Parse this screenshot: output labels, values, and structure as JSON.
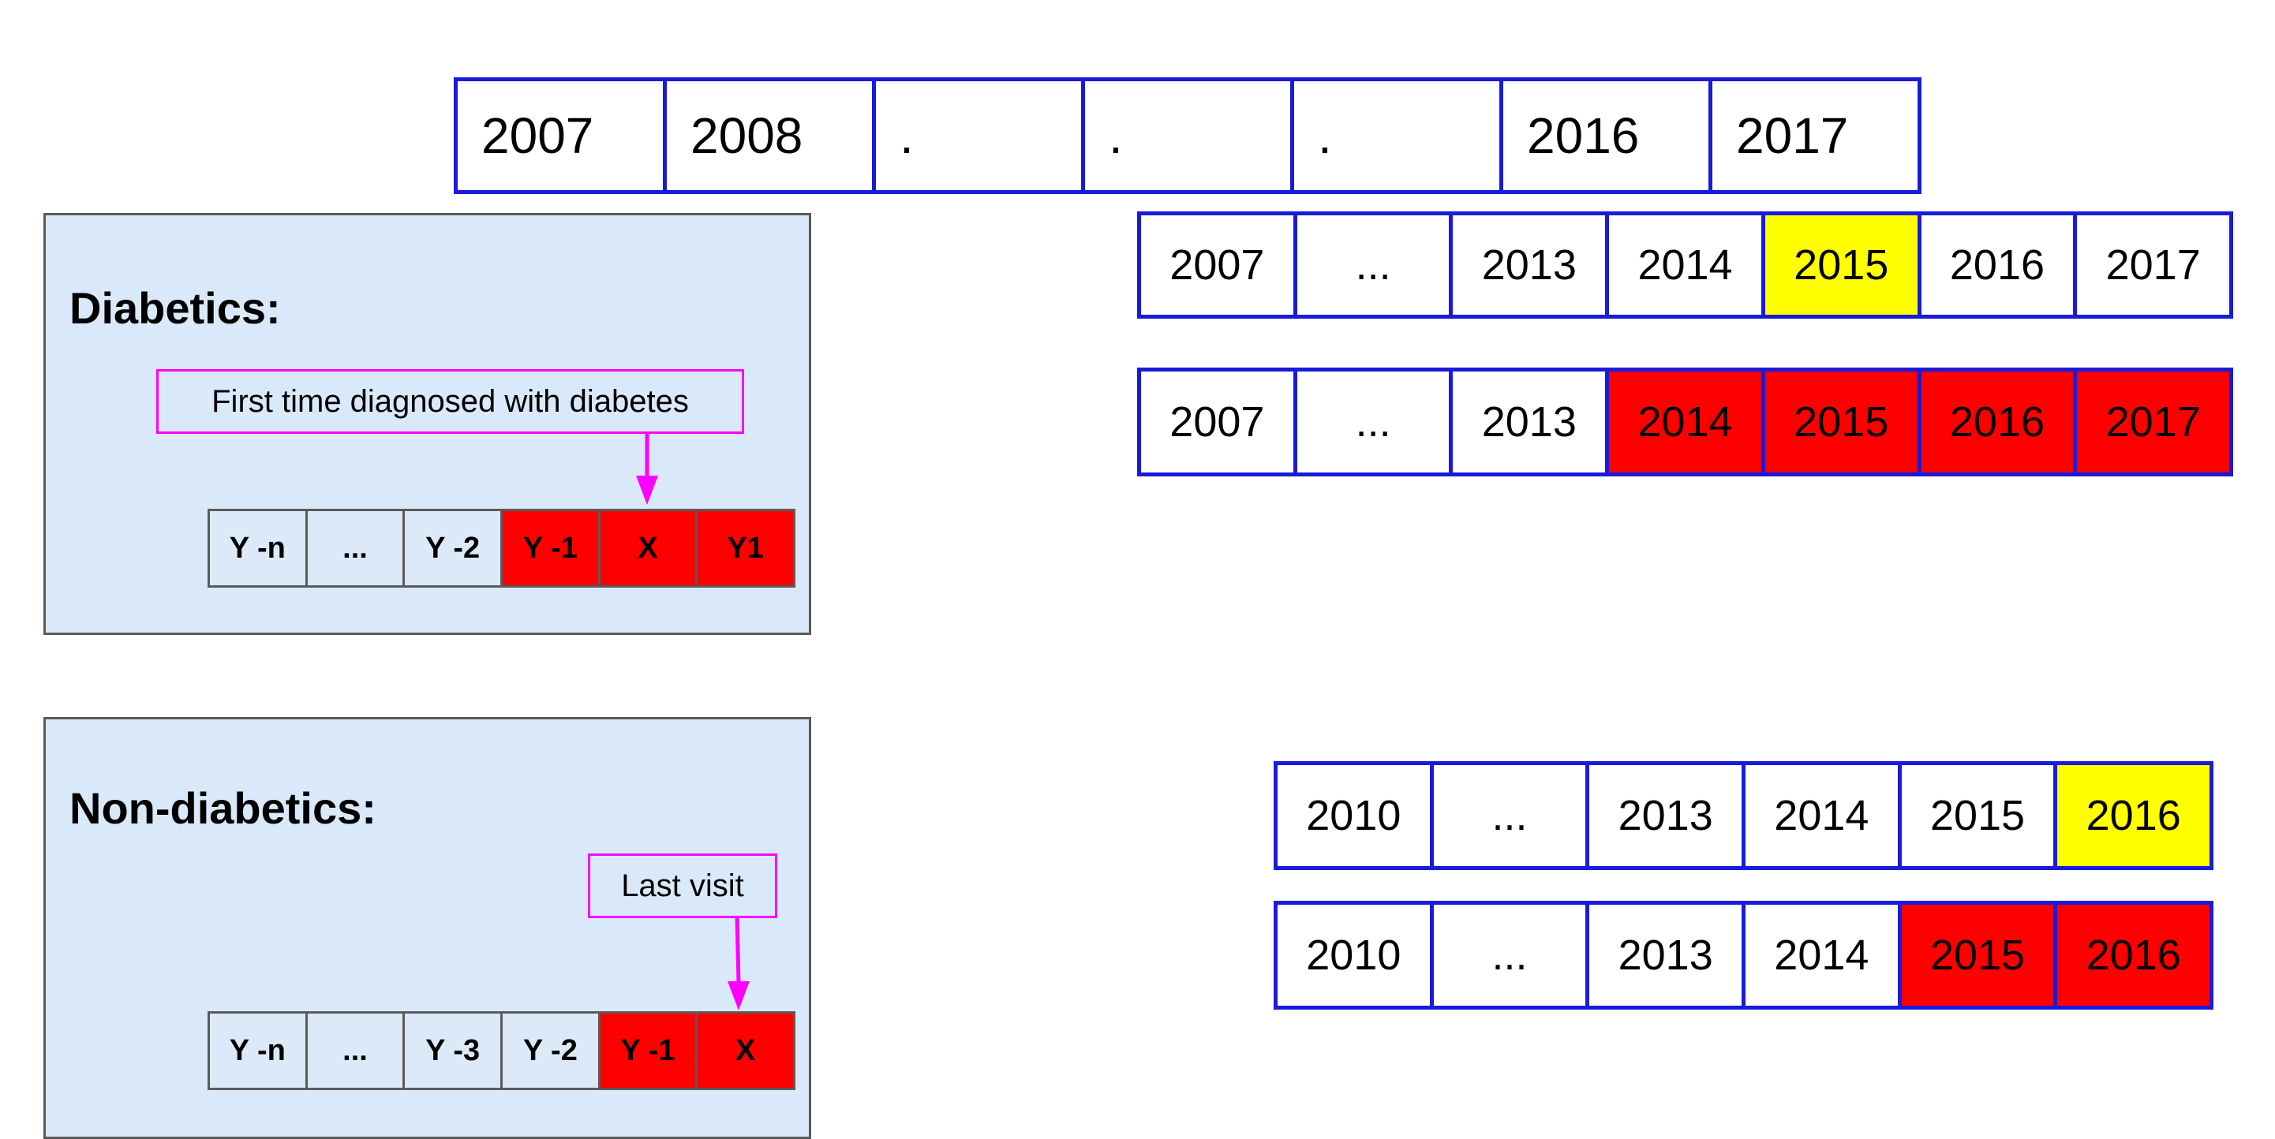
{
  "colors": {
    "timeline_border": "#1a1adb",
    "highlight_red": "#ff0000",
    "highlight_yellow": "#ffff00",
    "panel_fill": "#dae9f9",
    "callout_border": "#ff00ff",
    "arrow": "#ff00ff"
  },
  "top_timeline": {
    "cells": [
      {
        "text": "2007",
        "fill": "white"
      },
      {
        "text": "2008",
        "fill": "white"
      },
      {
        "text": ".",
        "fill": "white"
      },
      {
        "text": ".",
        "fill": "white"
      },
      {
        "text": ".",
        "fill": "white"
      },
      {
        "text": "2016",
        "fill": "white"
      },
      {
        "text": "2017",
        "fill": "white"
      }
    ]
  },
  "diabetics_panel": {
    "title": "Diabetics:",
    "callout": "First time diagnosed with diabetes",
    "cells": [
      {
        "text": "Y -n",
        "fill": "lightblue"
      },
      {
        "text": "...",
        "fill": "lightblue"
      },
      {
        "text": "Y -2",
        "fill": "lightblue"
      },
      {
        "text": "Y -1",
        "fill": "red"
      },
      {
        "text": "X",
        "fill": "red"
      },
      {
        "text": "Y1",
        "fill": "red"
      }
    ],
    "timelines": [
      {
        "cells": [
          {
            "text": "2007",
            "fill": "white"
          },
          {
            "text": "...",
            "fill": "white"
          },
          {
            "text": "2013",
            "fill": "white"
          },
          {
            "text": "2014",
            "fill": "white"
          },
          {
            "text": "2015",
            "fill": "yellow"
          },
          {
            "text": "2016",
            "fill": "white"
          },
          {
            "text": "2017",
            "fill": "white"
          }
        ]
      },
      {
        "cells": [
          {
            "text": "2007",
            "fill": "white"
          },
          {
            "text": "...",
            "fill": "white"
          },
          {
            "text": "2013",
            "fill": "white"
          },
          {
            "text": "2014",
            "fill": "red"
          },
          {
            "text": "2015",
            "fill": "red"
          },
          {
            "text": "2016",
            "fill": "red"
          },
          {
            "text": "2017",
            "fill": "red"
          }
        ]
      }
    ]
  },
  "nondiabetics_panel": {
    "title": "Non-diabetics:",
    "callout": "Last visit",
    "cells": [
      {
        "text": "Y -n",
        "fill": "lightblue"
      },
      {
        "text": "...",
        "fill": "lightblue"
      },
      {
        "text": "Y -3",
        "fill": "lightblue"
      },
      {
        "text": "Y -2",
        "fill": "lightblue"
      },
      {
        "text": "Y -1",
        "fill": "red"
      },
      {
        "text": "X",
        "fill": "red"
      }
    ],
    "timelines": [
      {
        "cells": [
          {
            "text": "2010",
            "fill": "white"
          },
          {
            "text": "...",
            "fill": "white"
          },
          {
            "text": "2013",
            "fill": "white"
          },
          {
            "text": "2014",
            "fill": "white"
          },
          {
            "text": "2015",
            "fill": "white"
          },
          {
            "text": "2016",
            "fill": "yellow"
          }
        ]
      },
      {
        "cells": [
          {
            "text": "2010",
            "fill": "white"
          },
          {
            "text": "...",
            "fill": "white"
          },
          {
            "text": "2013",
            "fill": "white"
          },
          {
            "text": "2014",
            "fill": "white"
          },
          {
            "text": "2015",
            "fill": "red"
          },
          {
            "text": "2016",
            "fill": "red"
          }
        ]
      }
    ]
  }
}
